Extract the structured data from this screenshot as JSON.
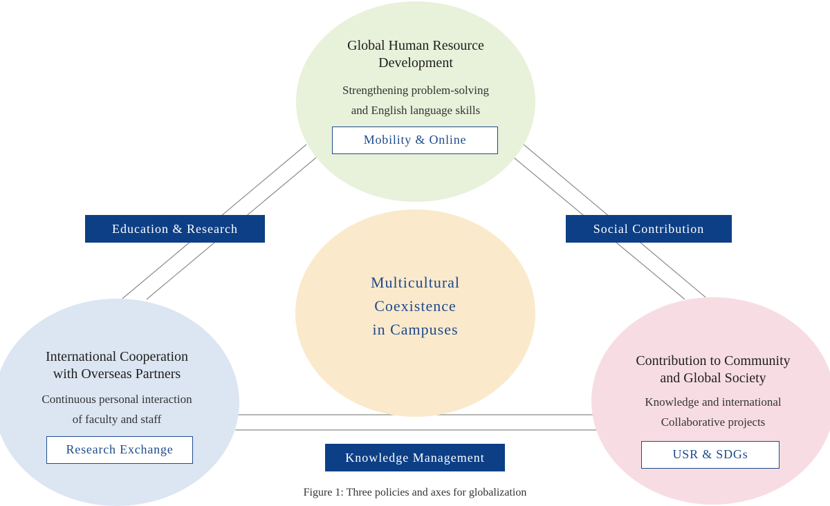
{
  "top_node": {
    "title_line1": "Global Human Resource",
    "title_line2": "Development",
    "sub_line1": "Strengthening problem-solving",
    "sub_line2": "and English language skills",
    "box_label": "Mobility & Online",
    "fill": "#e8f1da"
  },
  "center_node": {
    "line1": "Multicultural",
    "line2": "Coexistence",
    "line3": "in Campuses",
    "fill": "#fbe9cc"
  },
  "left_node": {
    "title_line1": "International Cooperation",
    "title_line2": "with Overseas Partners",
    "sub_line1": "Continuous personal interaction",
    "sub_line2": "of faculty and staff",
    "box_label": "Research Exchange",
    "fill": "#dce6f2"
  },
  "right_node": {
    "title_line1": "Contribution to Community",
    "title_line2": "and Global Society",
    "sub_line1": "Knowledge and international",
    "sub_line2": "Collaborative projects",
    "box_label": "USR & SDGs",
    "fill": "#f7dde3"
  },
  "axes": {
    "left_label": "Education & Research",
    "right_label": "Social Contribution",
    "bottom_label": "Knowledge Management",
    "label_color": "#0d3f86"
  },
  "caption": "Figure 1: Three policies and axes for globalization"
}
